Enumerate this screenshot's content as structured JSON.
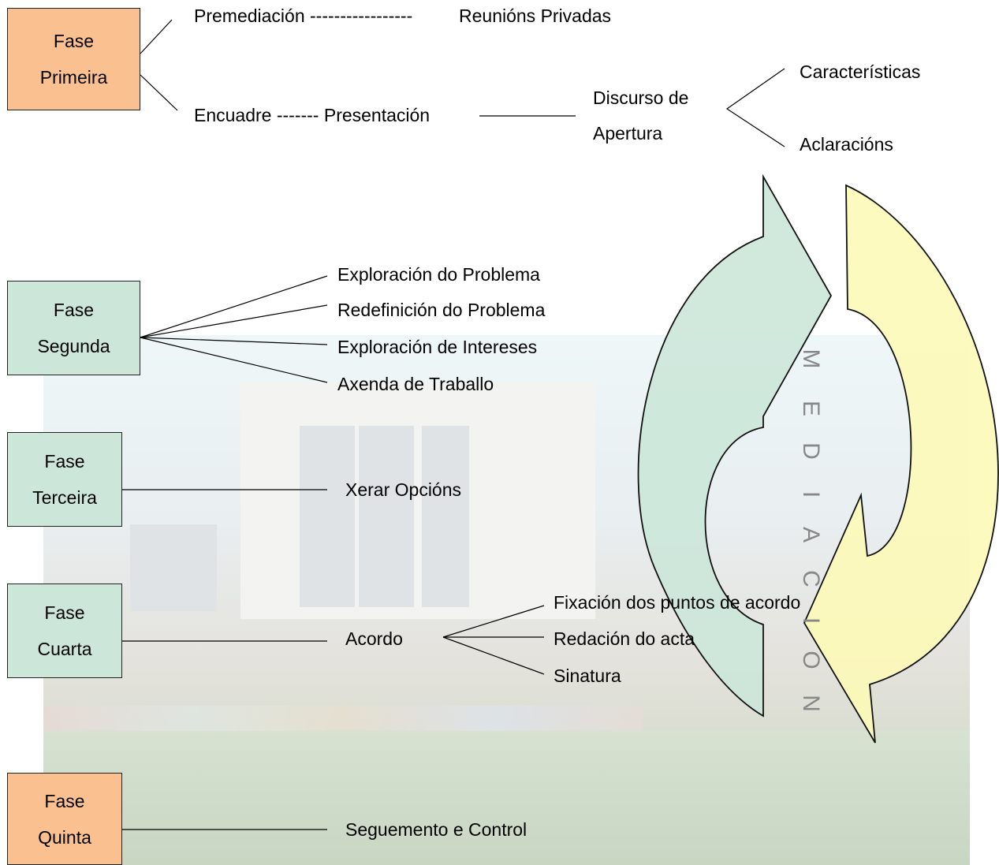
{
  "phases": [
    {
      "line1": "Fase",
      "line2": "Primeira"
    },
    {
      "line1": "Fase",
      "line2": "Segunda"
    },
    {
      "line1": "Fase",
      "line2": "Terceira"
    },
    {
      "line1": "Fase",
      "line2": "Cuarta"
    },
    {
      "line1": "Fase",
      "line2": "Quinta"
    }
  ],
  "phase1": {
    "premediacion": "Premediación -----------------",
    "reunions": "Reunións Privadas",
    "encuadre": "Encuadre ------- Presentación",
    "discurso_line1": "Discurso de",
    "discurso_line2": "Apertura",
    "caracteristicas": "Características",
    "aclaracions": "Aclaracións"
  },
  "phase2": {
    "items": [
      "Exploración do Problema",
      "Redefinición do Problema",
      "Exploración de Intereses",
      "Axenda de Traballo"
    ]
  },
  "phase3": {
    "item": "Xerar Opcións"
  },
  "phase4": {
    "acordo": "Acordo",
    "items": [
      "Fixación dos puntos de acordo",
      "Redación do acta",
      "Sinatura"
    ]
  },
  "phase5": {
    "item": "Seguemento e Control"
  },
  "cycle": {
    "letters": [
      "M",
      "E",
      "D",
      "I",
      "A",
      "C",
      "I",
      "O",
      "N"
    ],
    "colors": {
      "left_arrow": "#cce7d9",
      "right_arrow": "#fdfab8"
    }
  }
}
